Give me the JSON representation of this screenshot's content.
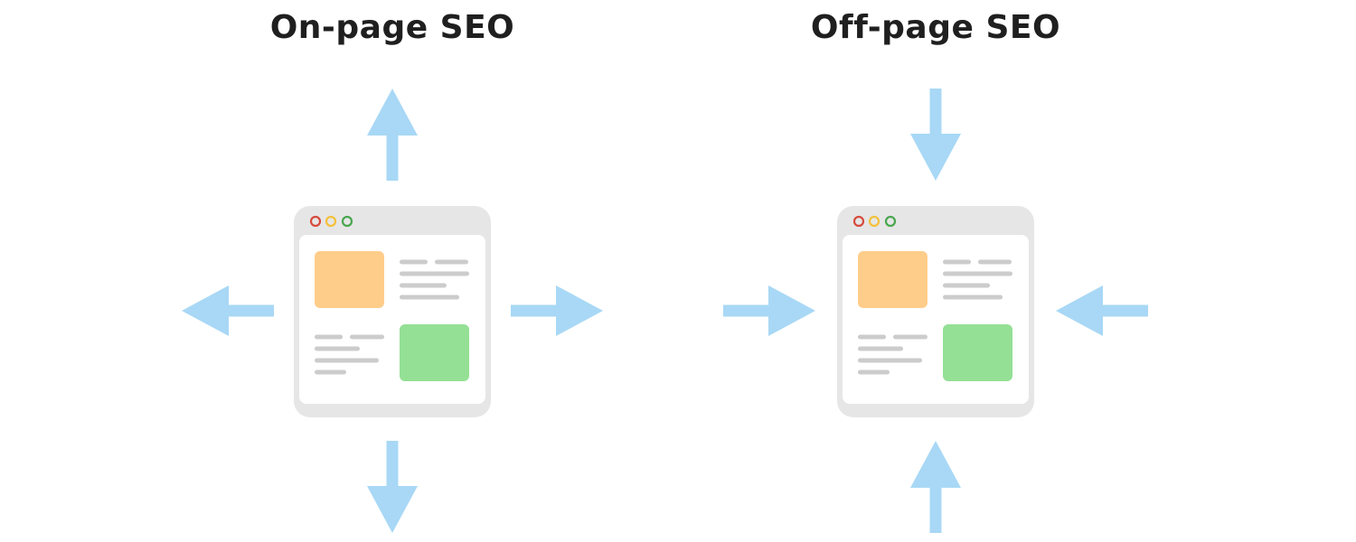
{
  "panels": [
    {
      "title": "On-page SEO",
      "arrows": "outward"
    },
    {
      "title": "Off-page SEO",
      "arrows": "inward"
    }
  ],
  "colors": {
    "arrow": "#a8d8f5",
    "window_frame": "#e6e6e6",
    "window_body": "#ffffff",
    "dot_red": "#d64b3c",
    "dot_yellow": "#f3c13a",
    "dot_green": "#4aa64e",
    "block_orange": "#ffcd8a",
    "block_green": "#94e095",
    "text_line": "#cccccc"
  },
  "icons": [
    "browser-window-icon",
    "arrow-icon"
  ]
}
